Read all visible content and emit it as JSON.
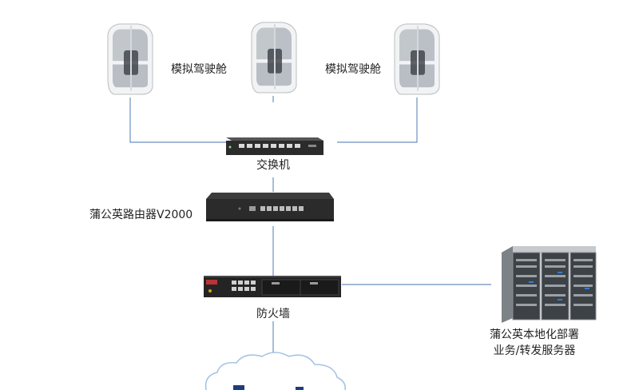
{
  "colors": {
    "line": "#6b8fc0",
    "device_dark": "#2b2b2b",
    "cabin_white": "#f2f3f4",
    "cloud_stroke": "#a8c2e6"
  },
  "nodes": {
    "cabin_left": {
      "icon": "sim-cabin-icon",
      "label": ""
    },
    "cabin_mid": {
      "icon": "sim-cabin-icon",
      "label": "模拟驾驶舱"
    },
    "cabin_right": {
      "icon": "sim-cabin-icon",
      "label": "模拟驾驶舱"
    },
    "switch": {
      "icon": "network-switch-icon",
      "label": "交换机"
    },
    "router": {
      "icon": "router-icon",
      "label": "蒲公英路由器V2000"
    },
    "firewall": {
      "icon": "firewall-icon",
      "label": "防火墙"
    },
    "server": {
      "icon": "server-rack-icon",
      "label_line1": "蒲公英本地化部署",
      "label_line2": "业务/转发服务器"
    },
    "cloud": {
      "icon": "cloud-icon"
    }
  }
}
